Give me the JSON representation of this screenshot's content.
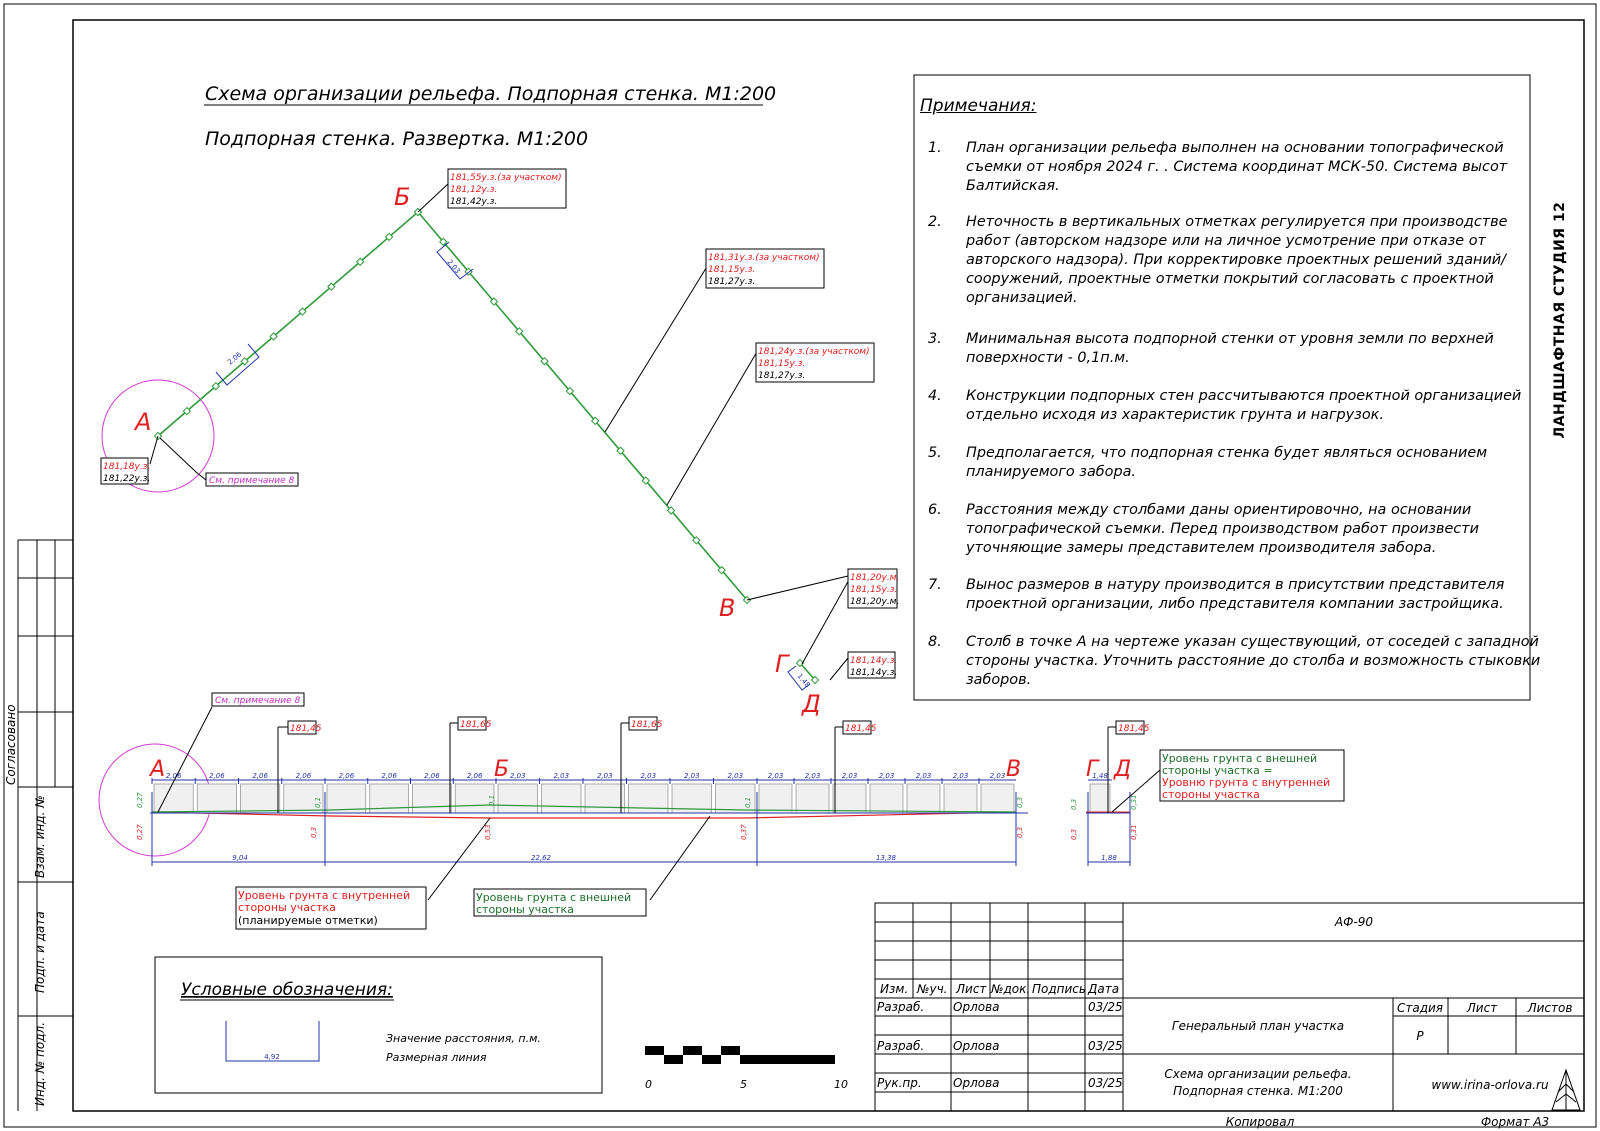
{
  "titles": {
    "main": "Схема организации рельефа. Подпорная стенка. М1:200",
    "sub": "Подпорная стенка. Развертка. М1:200"
  },
  "notes": {
    "title": "Примечания:",
    "items": [
      {
        "num": "1.",
        "text": "План организации рельефа выполнен на основании топографической съемки от ноября 2024 г. . Система координат МСК-50. Система высот Балтийская."
      },
      {
        "num": "2.",
        "text": "Неточность в вертикальных отметках регулируется при производстве работ (авторском надзоре или на личное усмотрение при отказе от авторского надзора). При корректировке проектных решений зданий/сооружений, проектные отметки покрытий согласовать с проектной организацией."
      },
      {
        "num": "3.",
        "text": "Минимальная высота подпорной стенки от уровня земли по верхней поверхности - 0,1п.м."
      },
      {
        "num": "4.",
        "text": "Конструкции подпорных стен рассчитываются проектной организацией отдельно исходя из характеристик грунта и нагрузок."
      },
      {
        "num": "5.",
        "text": "Предполагается, что подпорная стенка будет являться основанием планируемого забора."
      },
      {
        "num": "6.",
        "text": "Расстояния между столбами даны ориентировочно, на основании топографической съемки. Перед производством работ произвести уточняющие замеры представителем производителя забора."
      },
      {
        "num": "7.",
        "text": "Вынос размеров в натуру производится в присутствии представителя проектной организации, либо представителя компании застройщика."
      },
      {
        "num": "8.",
        "text": "Столб в точке А на чертеже указан существующий, от соседей с западной стороны участка. Уточнить расстояние до столба и возможность стыковки заборов."
      }
    ]
  },
  "studio": "ЛАНДШАФТНАЯ СТУДИЯ 12",
  "plan": {
    "points": {
      "A": "А",
      "B": "Б",
      "V": "В",
      "G": "Г",
      "D": "Д"
    },
    "dims": {
      "ab": "2,06",
      "bv": "2,03",
      "gd": "1,48"
    },
    "note_ref": "См. примечание 8",
    "callouts": {
      "A": {
        "red": [
          "181,18у.з."
        ],
        "black": [
          "181,22у.з."
        ]
      },
      "B": {
        "red": [
          "181,55у.з.(за участком)",
          "181,12у.з."
        ],
        "black": [
          "181,42у.з."
        ]
      },
      "B1": {
        "red": [
          "181,31у.з.(за участком)",
          "181,15у.з."
        ],
        "black": [
          "181,27у.з."
        ]
      },
      "B2": {
        "red": [
          "181,24у.з.(за участком)",
          "181,15у.з."
        ],
        "black": [
          "181,27у.з."
        ]
      },
      "V": {
        "red": [
          "181,20у.м.",
          "181,15у.з."
        ],
        "black": [
          "181,20у.м."
        ]
      },
      "D": {
        "red": [
          "181,14у.з."
        ],
        "black": [
          "181,14у.з."
        ]
      }
    }
  },
  "elevation": {
    "note_ref": "См. примечание 8",
    "tops": [
      "181,45",
      "181,65",
      "181,65",
      "181,45",
      "181,45"
    ],
    "spans": {
      "ab": [
        "2,06",
        "2,06",
        "2,06",
        "2,06",
        "2,06",
        "2,06",
        "2,06",
        "2,06"
      ],
      "bv": [
        "2,03",
        "2,03",
        "2,03",
        "2,03",
        "2,03",
        "2,03",
        "2,03",
        "2,03",
        "2,03",
        "2,03",
        "2,03",
        "2,03",
        "2,03"
      ],
      "gd": "1,48"
    },
    "totals": {
      "ab": "9,04",
      "bv": "22,62",
      "vx": "13,38",
      "gd": "1,88"
    },
    "vert_green": {
      "left": "0,27",
      "p1": "0,1",
      "p2": "0,1",
      "p3": "0,1",
      "right": "0,3",
      "g": "0,3",
      "d": "0,31"
    },
    "vert_red": {
      "left": "0,27",
      "p1": "0,3",
      "p2": "0,53",
      "p3": "0,37",
      "right": "0,3",
      "g": "0,3",
      "d": "0,31"
    },
    "legend_red": [
      "Уровень грунта с внутренней",
      "стороны участка",
      "(планируемые отметки)"
    ],
    "legend_green": [
      "Уровень грунта с внешней",
      "стороны участка"
    ],
    "legend_gd": {
      "green": [
        "Уровень грунта с внешней",
        "стороны участка ="
      ],
      "red": [
        "Уровню грунта с внутренней",
        "стороны участка"
      ]
    }
  },
  "legend": {
    "title": "Условные обозначения:",
    "sample_value": "4,92",
    "line1": "Значение расстояния, п.м.",
    "line2": "Размерная линия"
  },
  "scale": {
    "s0": "0",
    "s5": "5",
    "s10": "10"
  },
  "side": {
    "agreed": "Согласовано",
    "vzam": "Взам. инд. №",
    "podp": "Подп. и дата",
    "inv": "Инд. № подл."
  },
  "stamp": {
    "code": "АФ-90",
    "headers": [
      "Изм.",
      "№уч.",
      "Лист",
      "№док.",
      "Подпись",
      "Дата"
    ],
    "rows": [
      {
        "role": "Разраб.",
        "name": "Орлова",
        "date": "03/25"
      },
      {
        "role": "Разраб.",
        "name": "Орлова",
        "date": "03/25"
      },
      {
        "role": "Рук.пр.",
        "name": "Орлова",
        "date": "03/25"
      }
    ],
    "project": "Генеральный план участка",
    "stage_h": "Стадия",
    "sheet_h": "Лист",
    "sheets_h": "Листов",
    "stage": "Р",
    "drawing1": "Схема организации рельефа.",
    "drawing2": "Подпорная стенка. М1:200",
    "site": "www.irina-orlova.ru",
    "copied": "Копировал",
    "format": "Формат А3"
  }
}
